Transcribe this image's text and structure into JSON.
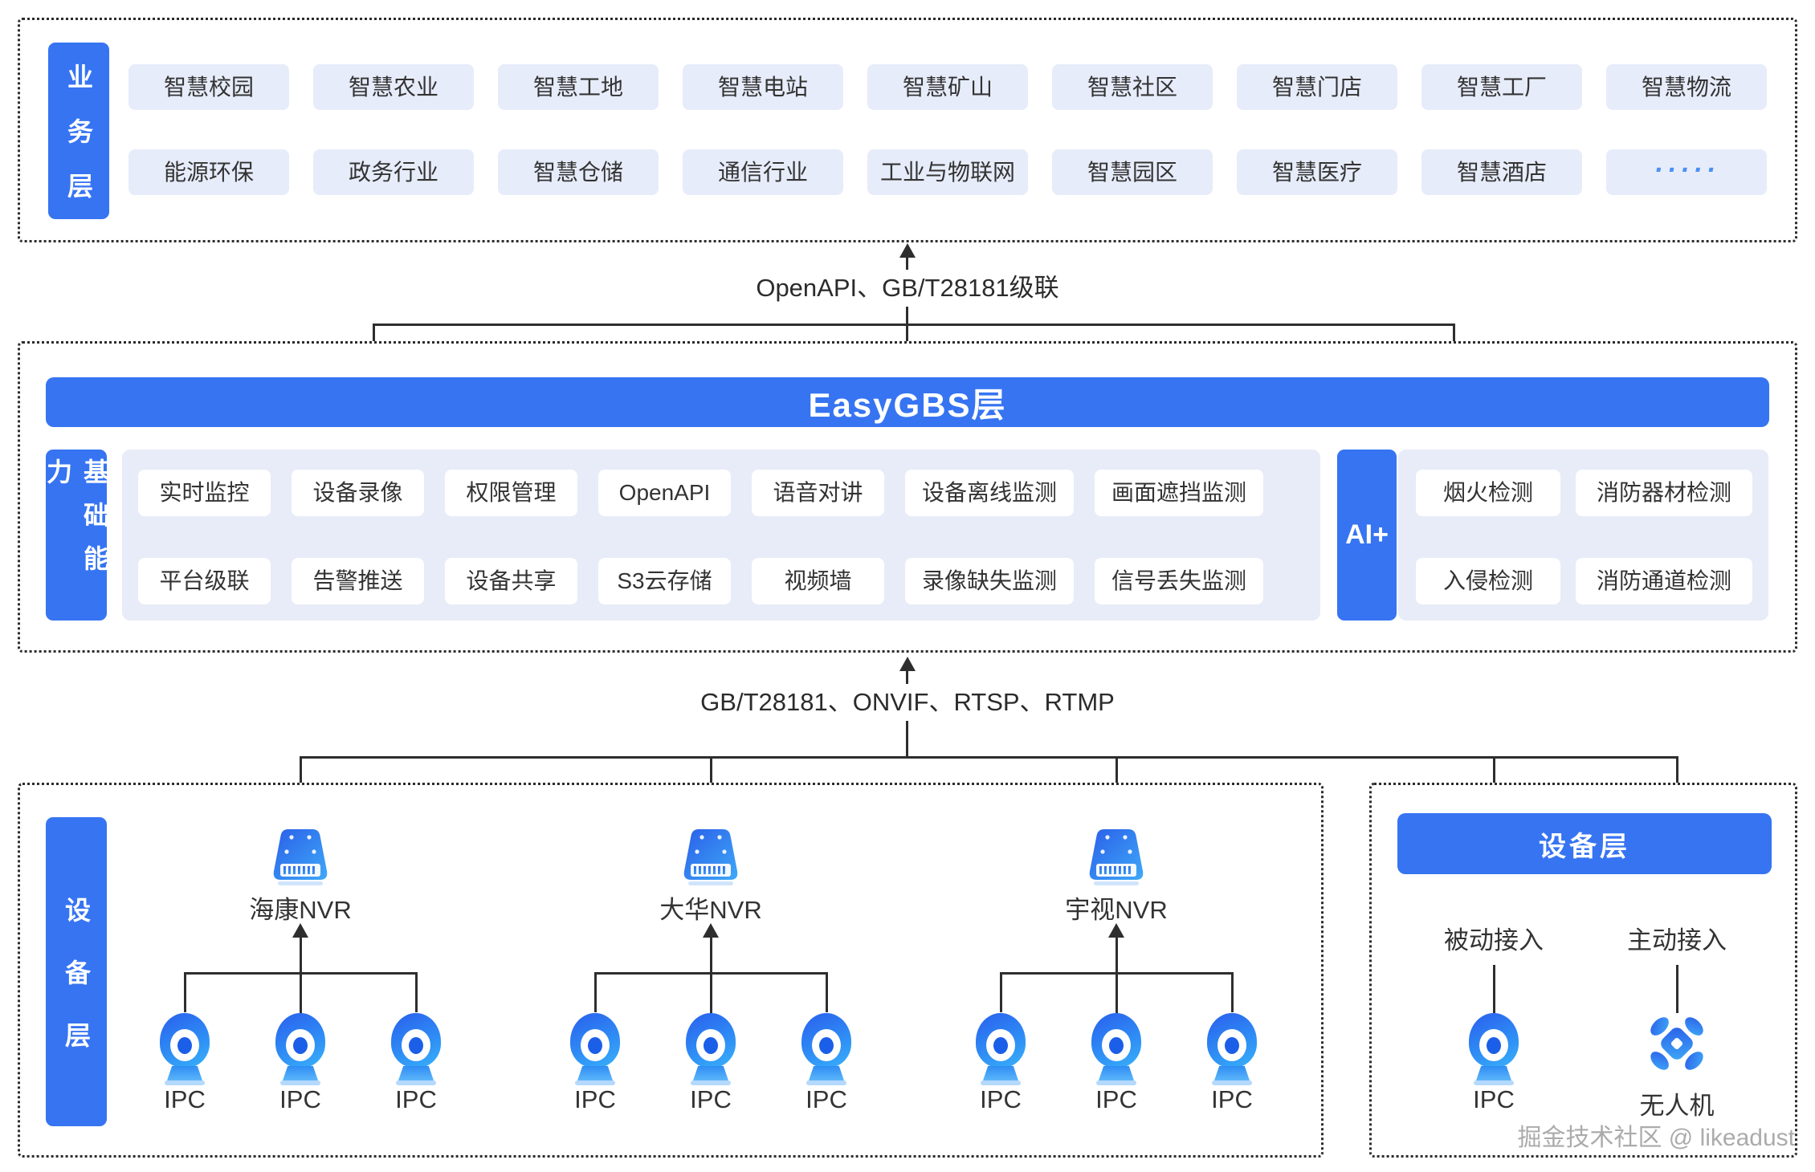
{
  "business_layer": {
    "label": "业务层",
    "row1": [
      "智慧校园",
      "智慧农业",
      "智慧工地",
      "智慧电站",
      "智慧矿山",
      "智慧社区",
      "智慧门店",
      "智慧工厂",
      "智慧物流"
    ],
    "row2": [
      "能源环保",
      "政务行业",
      "智慧仓储",
      "通信行业",
      "工业与物联网",
      "智慧园区",
      "智慧医疗",
      "智慧酒店",
      "·····"
    ]
  },
  "connector_top": {
    "label": "OpenAPI、GB/T28181级联"
  },
  "easygbs_layer": {
    "title": "EasyGBS层",
    "capability_label": "基础能力",
    "capabilities_row1": [
      "实时监控",
      "设备录像",
      "权限管理",
      "OpenAPI",
      "语音对讲",
      "设备离线监测",
      "画面遮挡监测"
    ],
    "capabilities_row2": [
      "平台级联",
      "告警推送",
      "设备共享",
      "S3云存储",
      "视频墙",
      "录像缺失监测",
      "信号丢失监测"
    ],
    "ai_label": "AI+",
    "ai_row1": [
      "烟火检测",
      "消防器材检测"
    ],
    "ai_row2": [
      "入侵检测",
      "消防通道检测"
    ]
  },
  "connector_bottom": {
    "label": "GB/T28181、ONVIF、RTSP、RTMP"
  },
  "device_layer": {
    "label": "设备层",
    "nvr_groups": [
      {
        "name": "海康NVR",
        "cameras": [
          "IPC",
          "IPC",
          "IPC"
        ]
      },
      {
        "name": "大华NVR",
        "cameras": [
          "IPC",
          "IPC",
          "IPC"
        ]
      },
      {
        "name": "宇视NVR",
        "cameras": [
          "IPC",
          "IPC",
          "IPC"
        ]
      }
    ]
  },
  "right_device_panel": {
    "title": "设备层",
    "passive_label": "被动接入",
    "active_label": "主动接入",
    "passive_device": "IPC",
    "active_device": "无人机"
  },
  "watermark": "掘金技术社区 @ likeadust",
  "colors": {
    "primary_blue": "#3674F2",
    "item_bg": "#E7ECFA",
    "panel_bg": "#E8ECF8",
    "line": "#2E2E2E",
    "text": "#333333",
    "dots_accent": "#4A90F5",
    "white": "#FFFFFF"
  }
}
